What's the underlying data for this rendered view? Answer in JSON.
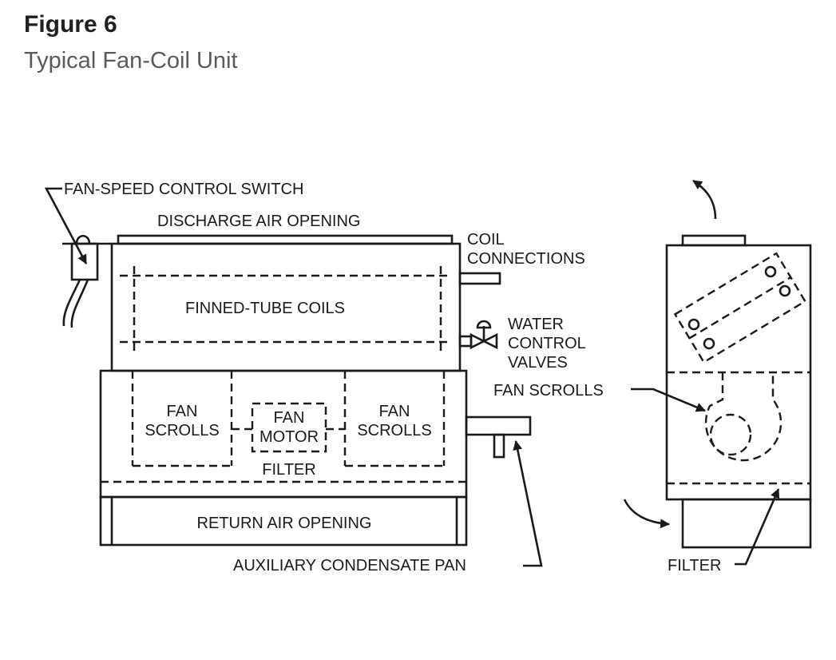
{
  "figure": {
    "number": "Figure 6",
    "title": "Typical Fan-Coil Unit"
  },
  "labels": {
    "fan_speed_switch": "FAN-SPEED CONTROL SWITCH",
    "discharge_air": "DISCHARGE AIR OPENING",
    "coil_connections_1": "COIL",
    "coil_connections_2": "CONNECTIONS",
    "finned_tube_coils": "FINNED-TUBE COILS",
    "water_valves_1": "WATER",
    "water_valves_2": "CONTROL",
    "water_valves_3": "VALVES",
    "fan_scrolls_left_1": "FAN",
    "fan_scrolls_left_2": "SCROLLS",
    "fan_motor_1": "FAN",
    "fan_motor_2": "MOTOR",
    "fan_scrolls_right_1": "FAN",
    "fan_scrolls_right_2": "SCROLLS",
    "filter_front": "FILTER",
    "return_air": "RETURN AIR OPENING",
    "aux_condensate_pan": "AUXILIARY CONDENSATE PAN",
    "fan_scrolls_side": "FAN SCROLLS",
    "filter_side": "FILTER"
  }
}
